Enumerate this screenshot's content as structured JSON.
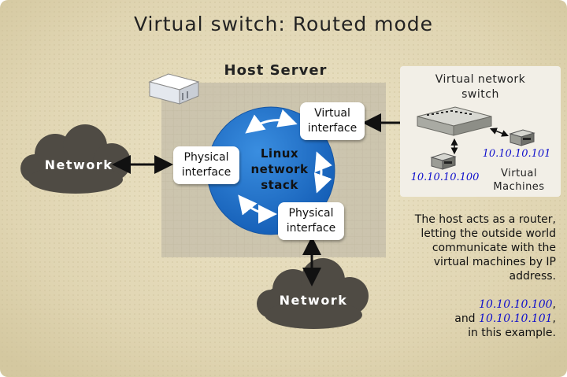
{
  "title": "Virtual switch: Routed mode",
  "host": {
    "title": "Host Server"
  },
  "stack": {
    "line1": "Linux",
    "line2": "network",
    "line3": "stack"
  },
  "interfaces": {
    "virtual": {
      "line1": "Virtual",
      "line2": "interface"
    },
    "physical_left": {
      "line1": "Physical",
      "line2": "interface"
    },
    "physical_bottom": {
      "line1": "Physical",
      "line2": "interface"
    }
  },
  "networks": {
    "left": "Network",
    "bottom": "Network"
  },
  "vswitch": {
    "title_line1": "Virtual network",
    "title_line2": "switch",
    "vm1_ip": "10.10.10.100",
    "vm2_ip": "10.10.10.101",
    "vm_label_line1": "Virtual",
    "vm_label_line2": "Machines"
  },
  "description": {
    "lines": [
      "The host acts as a router,",
      "letting the outside world",
      "communicate with the",
      "virtual machines by IP",
      "address."
    ],
    "example_ip1": "10.10.10.100",
    "example_suffix1": ",",
    "example_prefix2": "and ",
    "example_ip2": "10.10.10.101",
    "example_suffix2": ",",
    "example_last": "in this example."
  },
  "colors": {
    "background": "#e2d8b8",
    "grid_area": "#c9c2ad",
    "stack_blue": "#1a6cc6",
    "cloud": "#4f4b44",
    "ip_blue": "#1010cc"
  },
  "icons": {
    "server": "server-icon",
    "switch": "network-switch-icon",
    "vm": "virtual-machine-icon"
  }
}
